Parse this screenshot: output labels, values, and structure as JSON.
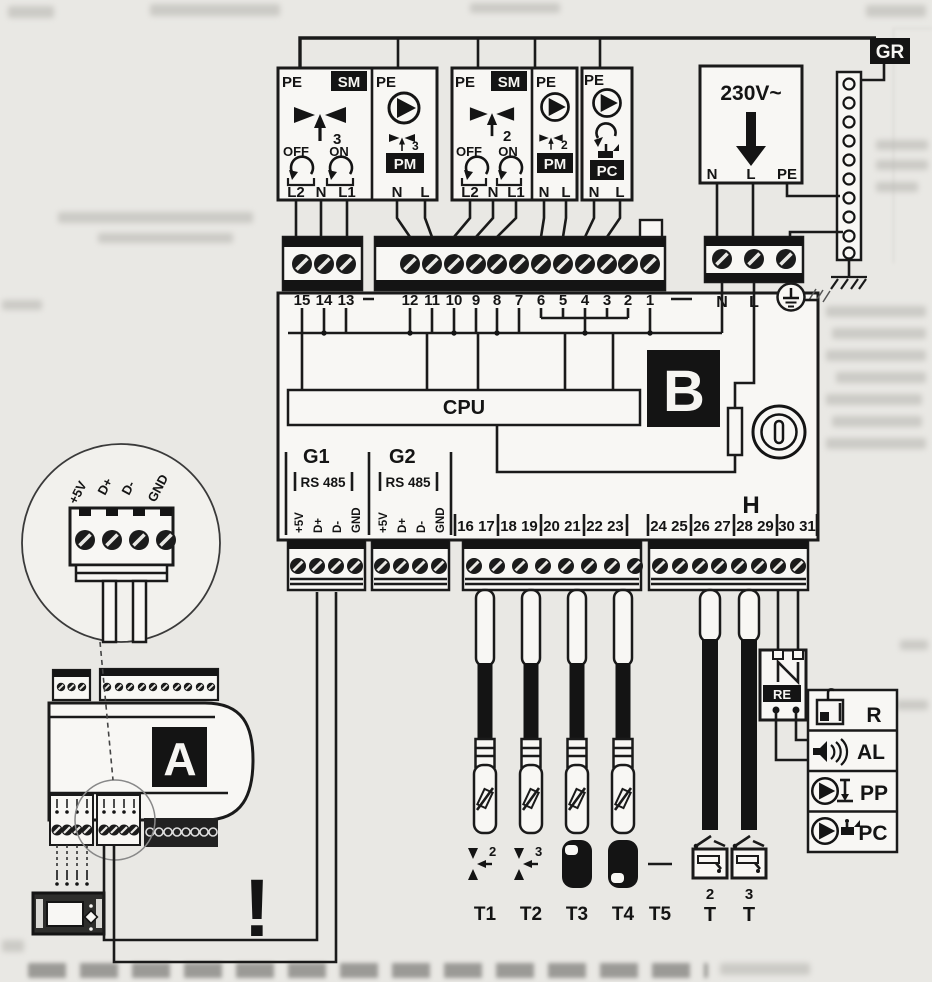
{
  "diagram": {
    "module_a_label": "A",
    "module_b_label": "B",
    "gr_label": "GR",
    "power_box": {
      "voltage": "230V~",
      "n": "N",
      "l": "L",
      "pe": "PE"
    },
    "actuators": [
      {
        "pe": "PE",
        "badge": "SM",
        "number": "3",
        "off": "OFF",
        "on": "ON",
        "t1": "L2",
        "t2": "N",
        "t3": "L1"
      },
      {
        "pe": "PE",
        "badge": "PM",
        "number": "3",
        "t1": "N",
        "t2": "L"
      },
      {
        "pe": "PE",
        "badge": "SM",
        "number": "2",
        "off": "OFF",
        "on": "ON",
        "t1": "L2",
        "t2": "N",
        "t3": "L1"
      },
      {
        "pe": "PE",
        "badge": "PM",
        "number": "2",
        "t1": "N",
        "t2": "L"
      },
      {
        "pe": "PE",
        "badge": "PC",
        "t1": "N",
        "t2": "L"
      }
    ],
    "terminals": {
      "left": [
        "15",
        "14",
        "13"
      ],
      "main": [
        "12",
        "11",
        "10",
        "9",
        "8",
        "7",
        "6",
        "5",
        "4",
        "3",
        "2",
        "1"
      ],
      "n": "N",
      "l": "L"
    },
    "cpu_label": "CPU",
    "h_label": "H",
    "comm": {
      "g1": "G1",
      "g2": "G2",
      "bus": "RS 485",
      "pins": [
        "+5V",
        "D+",
        "D-",
        "GND"
      ]
    },
    "bottom_terminals": [
      "16 17",
      "18 19",
      "20 21",
      "22 23",
      "24 25",
      "26 27",
      "28 29",
      "30 31"
    ],
    "sensors": {
      "labels": [
        "T1",
        "T2",
        "T3",
        "T4",
        "T5"
      ],
      "t1_number": "2",
      "t2_number": "3"
    },
    "thermostats": [
      {
        "number": "2",
        "label": "T"
      },
      {
        "number": "3",
        "label": "T"
      }
    ],
    "relay_label": "RE",
    "outputs": [
      "R",
      "AL",
      "PP",
      "PC"
    ],
    "warning": "!"
  }
}
